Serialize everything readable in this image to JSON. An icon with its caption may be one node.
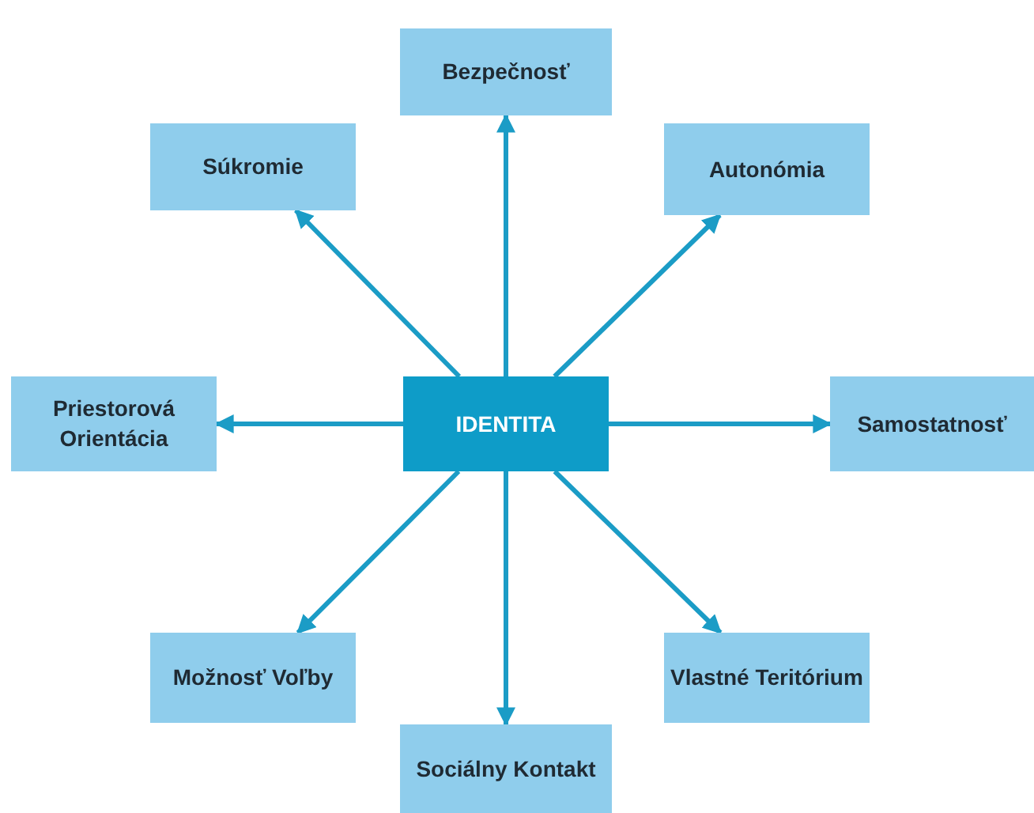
{
  "diagram": {
    "nodes": [
      {
        "text": [
          "Bezpečnosť"
        ]
      },
      {
        "text": [
          "Súkromie"
        ]
      },
      {
        "text": [
          "Autonómia"
        ]
      },
      {
        "text": [
          "Priestorová Orientácia"
        ]
      },
      {
        "text": [
          "IDENTITA"
        ]
      },
      {
        "text": [
          "Samostatnosť"
        ]
      },
      {
        "text": [
          "Možnosť Voľby"
        ]
      },
      {
        "text": [
          "Vlastné Teritórium"
        ]
      },
      {
        "text": [
          "Sociálny Kontakt"
        ]
      }
    ],
    "edges": [
      {
        "from": 4,
        "to": 0,
        "arrow": "to"
      },
      {
        "from": 4,
        "to": 1,
        "arrow": "to"
      },
      {
        "from": 4,
        "to": 2,
        "arrow": "to"
      },
      {
        "from": 4,
        "to": 3,
        "arrow": "to"
      },
      {
        "from": 4,
        "to": 5,
        "arrow": "to"
      },
      {
        "from": 4,
        "to": 6,
        "arrow": "to"
      },
      {
        "from": 4,
        "to": 7,
        "arrow": "to"
      },
      {
        "from": 4,
        "to": 8,
        "arrow": "to"
      }
    ]
  }
}
